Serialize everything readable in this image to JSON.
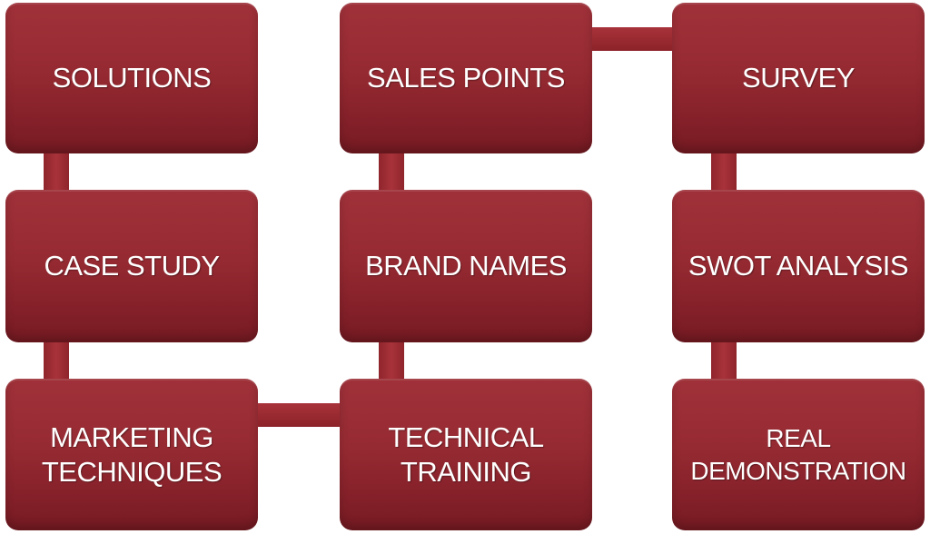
{
  "diagram": {
    "boxes": {
      "solutions": "SOLUTIONS",
      "sales_points": "SALES POINTS",
      "survey": "SURVEY",
      "case_study": "CASE STUDY",
      "brand_names": "BRAND NAMES",
      "swot_analysis": "SWOT ANALYSIS",
      "marketing_line1": "MARKETING",
      "marketing_line2": "TECHNIQUES",
      "technical_line1": "TECHNICAL",
      "technical_line2": "TRAINING",
      "real_line1": "REAL",
      "real_line2": "DEMONSTRATION"
    },
    "colors": {
      "box_fill": "#962a32",
      "connector": "#a8323a",
      "text": "#ffffff"
    }
  }
}
